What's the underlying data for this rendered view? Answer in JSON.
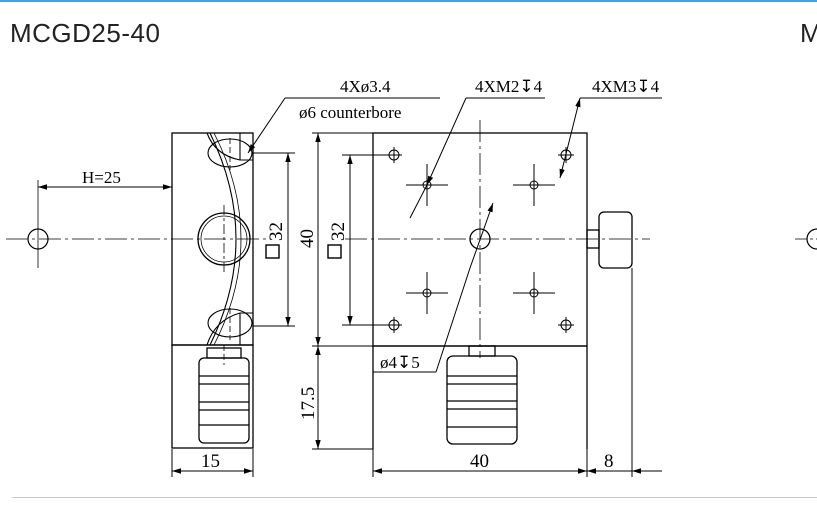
{
  "titles": {
    "main": "MCGD25-40",
    "next": "M"
  },
  "annotations": {
    "hole_spec": "4Xø3.4",
    "counterbore": "ø6 counterbore",
    "m2": "4XM2",
    "m3": "4XM3",
    "depth_symbol": "↧",
    "m2_depth": "4",
    "m3_depth": "4",
    "center_hole": "ø4",
    "center_depth": "5"
  },
  "dimensions": {
    "h": "H=25",
    "square_left": "32",
    "height": "40",
    "square_right": "32",
    "height_lower": "17.5",
    "width_left": "15",
    "width_right": "40",
    "knob_offset": "8"
  },
  "colors": {
    "accent": "#4a9fd8",
    "line": "#000000",
    "divider": "#c8c8c8"
  }
}
